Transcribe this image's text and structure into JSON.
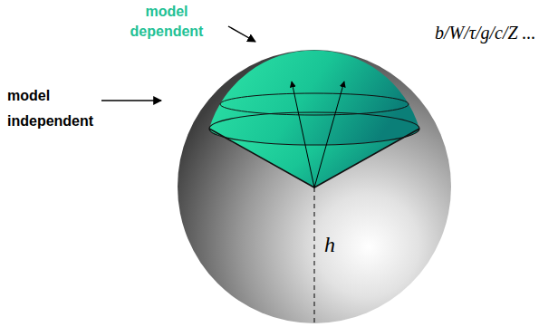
{
  "diagram": {
    "labels": [
      "model dependent",
      "model independent",
      "b/W/τ/g/c/Z ...",
      "h"
    ]
  }
}
